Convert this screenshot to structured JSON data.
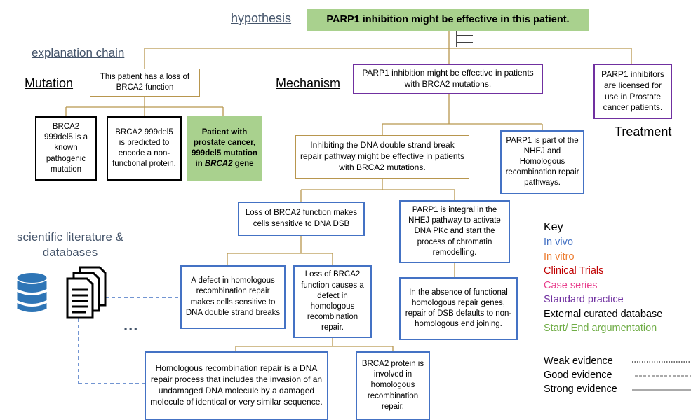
{
  "labels": {
    "hypothesis": "hypothesis",
    "explanation_chain": "explanation chain",
    "mutation": "Mutation",
    "mechanism": "Mechanism",
    "treatment": "Treatment",
    "literature": "scientific literature & databases",
    "ellipsis": "..."
  },
  "nodes": {
    "hypothesis": "PARP1 inhibition might be effective in this patient.",
    "loss_brca2": "This patient has a loss of BRCA2 function",
    "mech_top": "PARP1 inhibition might be effective in patients with BRCA2 mutations.",
    "licensed": "PARP1 inhibitors are licensed for use in Prostate cancer patients.",
    "known_pathogenic": "BRCA2 999del5 is a known pathogenic mutation",
    "predicted_nonfunctional": "BRCA2 999del5 is predicted to encode a non-functional protein.",
    "patient_prefix": "Patient with prostate cancer, 999del5 mutation in ",
    "patient_gene": "BRCA2",
    "patient_suffix": " gene",
    "inhibiting_dsb": "Inhibiting the DNA double strand break repair pathway might be effective in patients with BRCA2 mutations.",
    "parp1_nhej": "PARP1 is part of the NHEJ and Homologous recombination repair pathways.",
    "loss_sensitive": "Loss of BRCA2 function makes cells sensitive to DNA DSB",
    "parp1_integral": "PARP1 is integral in the NHEJ pathway to activate DNA PKc and start the process of chromatin remodelling.",
    "defect_hr": "A defect in homologous recombination repair makes cells sensitive to DNA double strand breaks",
    "loss_causes_defect": "Loss of BRCA2 function causes a defect in homologous recombination repair.",
    "absence_functional": "In the absence of functional homologous repair genes, repair of DSB defaults to non-homologous end joining.",
    "hr_definition": "Homologous recombination repair is a DNA repair process that includes the invasion of an undamaged DNA molecule by a damaged molecule of identical or very similar sequence.",
    "brca2_involved": "BRCA2 protein is involved in homologous recombination repair."
  },
  "key": {
    "title": "Key",
    "items": [
      {
        "label": "In vivo",
        "color": "#4472c4"
      },
      {
        "label": "In vitro",
        "color": "#ed7d31"
      },
      {
        "label": "Clinical Trials",
        "color": "#c00000"
      },
      {
        "label": "Case series",
        "color": "#e83e8c"
      },
      {
        "label": "Standard practice",
        "color": "#7030a0"
      },
      {
        "label": "External curated database",
        "color": "#000000"
      },
      {
        "label": "Start/ End argumentation",
        "color": "#70ad47"
      }
    ],
    "evidence": [
      {
        "label": "Weak evidence",
        "style": "dotted"
      },
      {
        "label": "Good evidence",
        "style": "dashed"
      },
      {
        "label": "Strong evidence",
        "style": "solid"
      }
    ]
  },
  "icons": [
    "database-icon",
    "documents-icon",
    "rebuttal-symbol-icon"
  ]
}
